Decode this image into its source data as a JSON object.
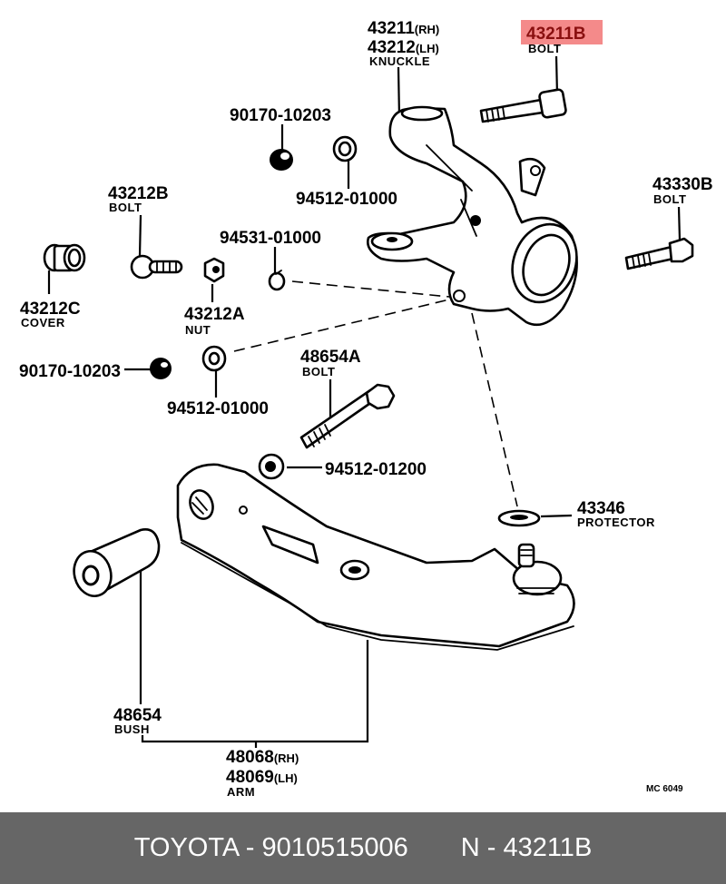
{
  "highlight_color": "#f48a8a",
  "footer_bg": "#666666",
  "labels": {
    "knuckle": {
      "pn1": "43211",
      "pn1_side": "(RH)",
      "pn2": "43212",
      "pn2_side": "(LH)",
      "name": "KNUCKLE"
    },
    "bolt_43211b": {
      "pn": "43211B",
      "name": "BOLT"
    },
    "nut_90170_top": {
      "pn": "90170-10203"
    },
    "washer_94512_top": {
      "pn": "94512-01000"
    },
    "bolt_43212b": {
      "pn": "43212B",
      "name": "BOLT"
    },
    "pin_94531": {
      "pn": "94531-01000"
    },
    "cover_43212c": {
      "pn": "43212C",
      "name": "COVER"
    },
    "nut_43212a": {
      "pn": "43212A",
      "name": "NUT"
    },
    "nut_90170_left": {
      "pn": "90170-10203"
    },
    "washer_94512_mid": {
      "pn": "94512-01000"
    },
    "bolt_48654a": {
      "pn": "48654A",
      "name": "BOLT"
    },
    "washer_94512_01200": {
      "pn": "94512-01200"
    },
    "bolt_43330b": {
      "pn": "43330B",
      "name": "BOLT"
    },
    "protector_43346": {
      "pn": "43346",
      "name": "PROTECTOR"
    },
    "bush_48654": {
      "pn": "48654",
      "name": "BUSH"
    },
    "arm": {
      "pn1": "48068",
      "pn1_side": "(RH)",
      "pn2": "48069",
      "pn2_side": "(LH)",
      "name": "ARM"
    },
    "ref_code": "MC 6049"
  },
  "footer": {
    "brand_part": "TOYOTA - 9010515006",
    "ref_part": "N - 43211B"
  }
}
